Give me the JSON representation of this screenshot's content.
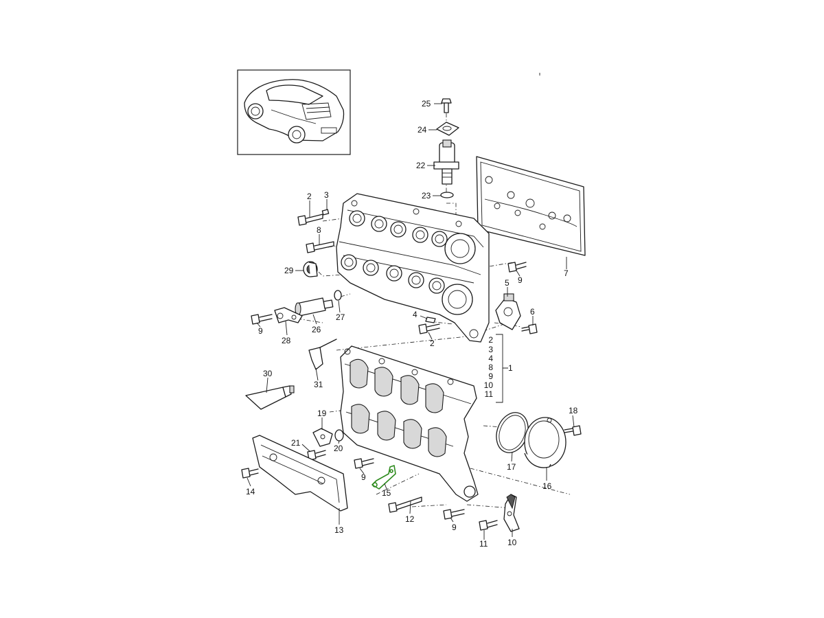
{
  "labels": {
    "p1": "1",
    "p2a": "2",
    "p2b": "2",
    "p3": "3",
    "p4": "4",
    "p5": "5",
    "p6": "6",
    "p7": "7",
    "p8": "8",
    "p9a": "9",
    "p9b": "9",
    "p9c": "9",
    "p9d": "9",
    "p10": "10",
    "p11": "11",
    "p12": "12",
    "p13": "13",
    "p14": "14",
    "p15": "15",
    "p16": "16",
    "p17": "17",
    "p18": "18",
    "p19": "19",
    "p20": "20",
    "p21": "21",
    "p22": "22",
    "p23": "23",
    "p24": "24",
    "p25": "25",
    "p26": "26",
    "p27": "27",
    "p28": "28",
    "p29": "29",
    "p30": "30",
    "p31": "31"
  },
  "kit_list": [
    "2",
    "3",
    "4",
    "8",
    "9",
    "10",
    "11"
  ],
  "colors": {
    "line": "#1a1a1a",
    "highlight": "#2e8b1e",
    "background": "#ffffff"
  }
}
